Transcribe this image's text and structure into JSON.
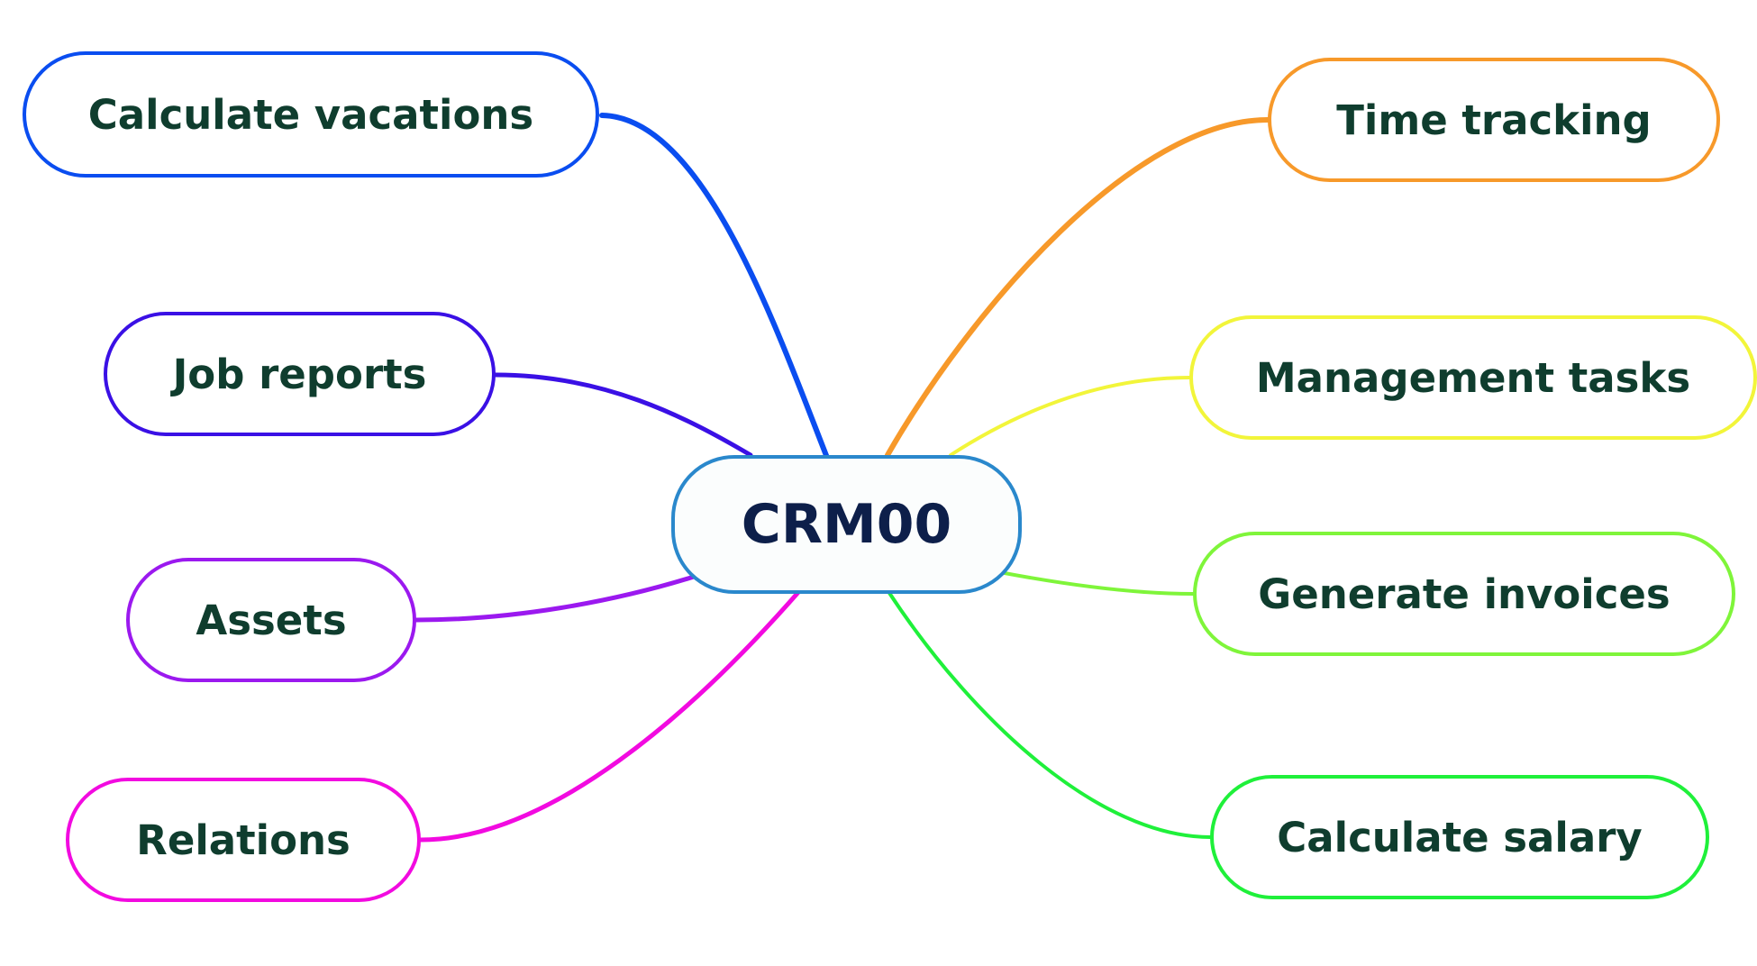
{
  "root": {
    "label": "CRM00",
    "color": "#2a88cc"
  },
  "branches": [
    {
      "id": "vacations",
      "label": "Calculate vacations",
      "color": "#0a4df0"
    },
    {
      "id": "jobreports",
      "label": "Job reports",
      "color": "#3a10e5"
    },
    {
      "id": "assets",
      "label": "Assets",
      "color": "#9b19ef"
    },
    {
      "id": "relations",
      "label": "Relations",
      "color": "#f20ae0"
    },
    {
      "id": "time",
      "label": "Time tracking",
      "color": "#f7992a"
    },
    {
      "id": "mgmt",
      "label": "Management tasks",
      "color": "#f2f53a"
    },
    {
      "id": "invoices",
      "label": "Generate invoices",
      "color": "#7ff53a"
    },
    {
      "id": "salary",
      "label": "Calculate salary",
      "color": "#1ff03a"
    }
  ]
}
